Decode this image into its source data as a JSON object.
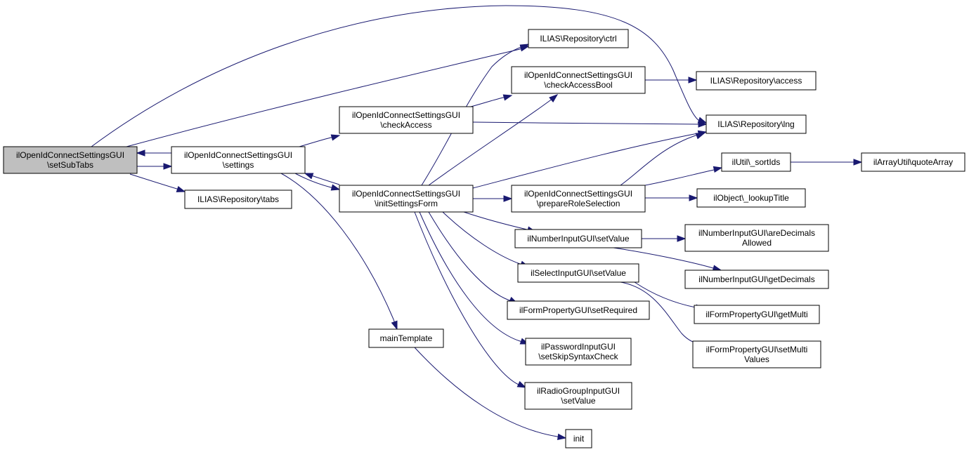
{
  "diagram": {
    "nodes": {
      "setSubTabs": [
        "ilOpenIdConnectSettingsGUI",
        "\\setSubTabs"
      ],
      "settings": [
        "ilOpenIdConnectSettingsGUI",
        "\\settings"
      ],
      "checkAccess": [
        "ilOpenIdConnectSettingsGUI",
        "\\checkAccess"
      ],
      "initSettingsForm": [
        "ilOpenIdConnectSettingsGUI",
        "\\initSettingsForm"
      ],
      "tabs": [
        "ILIAS\\Repository\\tabs"
      ],
      "mainTemplate": [
        "mainTemplate"
      ],
      "ctrl": [
        "ILIAS\\Repository\\ctrl"
      ],
      "checkAccessBool": [
        "ilOpenIdConnectSettingsGUI",
        "\\checkAccessBool"
      ],
      "prepareRoleSelection": [
        "ilOpenIdConnectSettingsGUI",
        "\\prepareRoleSelection"
      ],
      "numberSetValue": [
        "ilNumberInputGUI\\setValue"
      ],
      "selectSetValue": [
        "ilSelectInputGUI\\setValue"
      ],
      "setRequired": [
        "ilFormPropertyGUI\\setRequired"
      ],
      "setSkipSyntaxCheck": [
        "ilPasswordInputGUI",
        "\\setSkipSyntaxCheck"
      ],
      "radioSetValue": [
        "ilRadioGroupInputGUI",
        "\\setValue"
      ],
      "init": [
        "init"
      ],
      "access": [
        "ILIAS\\Repository\\access"
      ],
      "lng": [
        "ILIAS\\Repository\\lng"
      ],
      "sortIds": [
        "ilUtil\\_sortIds"
      ],
      "lookupTitle": [
        "ilObject\\_lookupTitle"
      ],
      "areDecimalsAllowed": [
        "ilNumberInputGUI\\areDecimals",
        "Allowed"
      ],
      "getDecimals": [
        "ilNumberInputGUI\\getDecimals"
      ],
      "getMulti": [
        "ilFormPropertyGUI\\getMulti"
      ],
      "setMultiValues": [
        "ilFormPropertyGUI\\setMulti",
        "Values"
      ],
      "quoteArray": [
        "ilArrayUtil\\quoteArray"
      ]
    },
    "focus_node": "setSubTabs",
    "edges": [
      [
        "setSubTabs",
        "settings"
      ],
      [
        "settings",
        "setSubTabs"
      ],
      [
        "setSubTabs",
        "tabs"
      ],
      [
        "setSubTabs",
        "ctrl"
      ],
      [
        "setSubTabs",
        "lng"
      ],
      [
        "settings",
        "checkAccess"
      ],
      [
        "settings",
        "initSettingsForm"
      ],
      [
        "initSettingsForm",
        "settings"
      ],
      [
        "settings",
        "mainTemplate"
      ],
      [
        "checkAccess",
        "checkAccessBool"
      ],
      [
        "checkAccess",
        "lng"
      ],
      [
        "checkAccessBool",
        "access"
      ],
      [
        "initSettingsForm",
        "ctrl"
      ],
      [
        "initSettingsForm",
        "checkAccessBool"
      ],
      [
        "initSettingsForm",
        "lng"
      ],
      [
        "initSettingsForm",
        "prepareRoleSelection"
      ],
      [
        "initSettingsForm",
        "numberSetValue"
      ],
      [
        "initSettingsForm",
        "selectSetValue"
      ],
      [
        "initSettingsForm",
        "setRequired"
      ],
      [
        "initSettingsForm",
        "setSkipSyntaxCheck"
      ],
      [
        "initSettingsForm",
        "radioSetValue"
      ],
      [
        "mainTemplate",
        "init"
      ],
      [
        "prepareRoleSelection",
        "lng"
      ],
      [
        "prepareRoleSelection",
        "sortIds"
      ],
      [
        "prepareRoleSelection",
        "lookupTitle"
      ],
      [
        "sortIds",
        "quoteArray"
      ],
      [
        "numberSetValue",
        "areDecimalsAllowed"
      ],
      [
        "numberSetValue",
        "getDecimals"
      ],
      [
        "selectSetValue",
        "getMulti"
      ],
      [
        "selectSetValue",
        "setMultiValues"
      ]
    ],
    "colors": {
      "edge": "#191970",
      "focus_fill": "#bfbfbf",
      "node_fill": "#ffffff",
      "node_border": "#000000"
    }
  }
}
